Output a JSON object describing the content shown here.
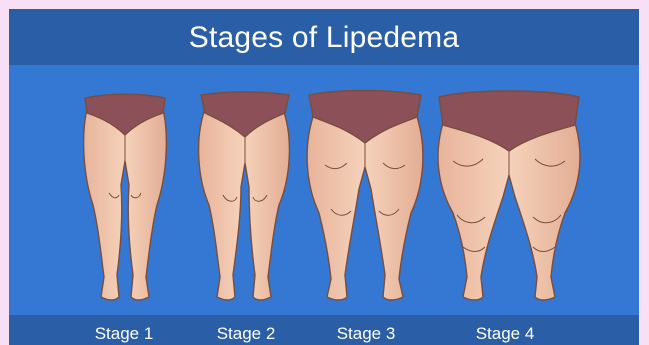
{
  "title": "Stages of Lipedema",
  "stages": [
    {
      "label": "Stage 1"
    },
    {
      "label": "Stage 2"
    },
    {
      "label": "Stage 3"
    },
    {
      "label": "Stage 4"
    }
  ],
  "colors": {
    "background": "#f7dff6",
    "title_bar": "#2a5ea6",
    "panel": "#3478d4",
    "skin": "#f3c9b0",
    "underwear": "#8b5058"
  }
}
